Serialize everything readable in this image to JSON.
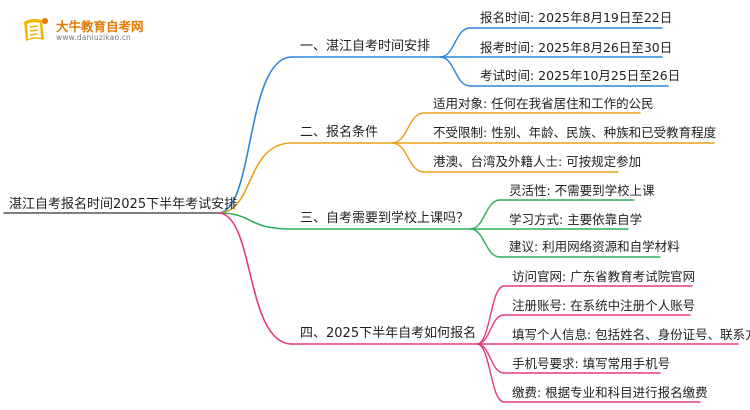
{
  "logo": {
    "name": "大牛教育自考网",
    "url": "www.daniuzikao.cn"
  },
  "root": "湛江自考报名时间2025下半年考试安排",
  "colors": {
    "blue": "#2f86d8",
    "orange": "#e8a21c",
    "green": "#2fae5d",
    "pink": "#e23c80"
  },
  "branches": [
    {
      "label": "一、湛江自考时间安排",
      "items": [
        "报名时间: 2025年8月19日至22日",
        "报考时间: 2025年8月26日至30日",
        "考试时间: 2025年10月25日至26日"
      ]
    },
    {
      "label": "二、报名条件",
      "items": [
        "适用对象: 任何在我省居住和工作的公民",
        "不受限制: 性别、年龄、民族、种族和已受教育程度",
        "港澳、台湾及外籍人士: 可按规定参加"
      ]
    },
    {
      "label": "三、自考需要到学校上课吗？",
      "items": [
        "灵活性: 不需要到学校上课",
        "学习方式: 主要依靠自学",
        "建议: 利用网络资源和自学材料"
      ]
    },
    {
      "label": "四、2025下半年自考如何报名",
      "items": [
        "访问官网: 广东省教育考试院官网",
        "注册账号: 在系统中注册个人账号",
        "填写个人信息: 包括姓名、身份证号、联系方式",
        "手机号要求: 填写常用手机号",
        "缴费: 根据专业和科目进行报名缴费"
      ]
    }
  ]
}
